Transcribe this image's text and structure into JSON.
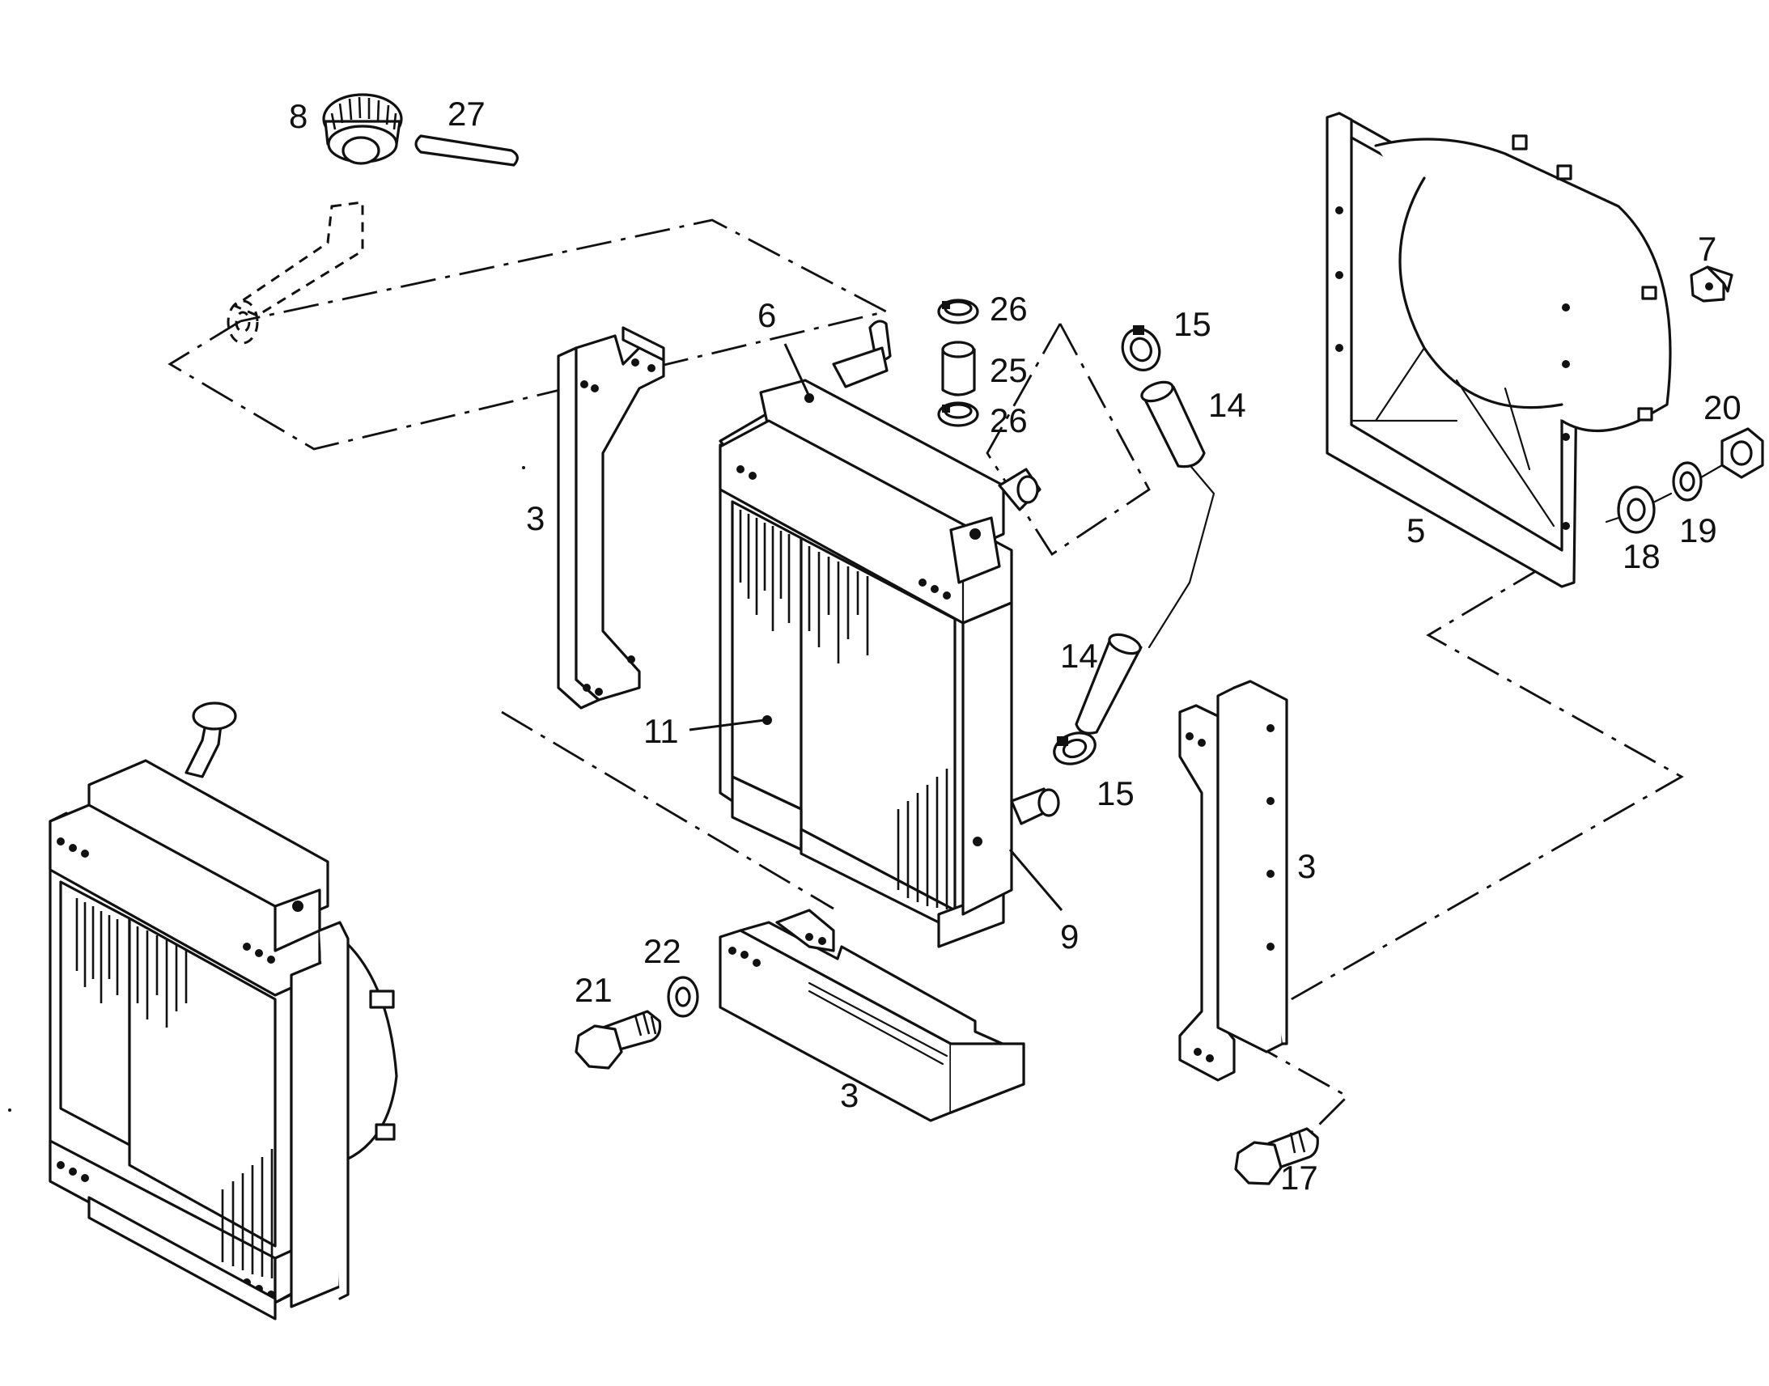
{
  "diagram": {
    "labels": {
      "p8": "8",
      "p27": "27",
      "p26a": "26",
      "p25": "25",
      "p26b": "26",
      "p6": "6",
      "p15a": "15",
      "p14a": "14",
      "p7": "7",
      "p20": "20",
      "p3a": "3",
      "p5": "5",
      "p18": "18",
      "p19": "19",
      "p14b": "14",
      "p11": "11",
      "p15b": "15",
      "p3b": "3",
      "p9": "9",
      "p22": "22",
      "p21": "21",
      "p3c": "3",
      "p17": "17"
    }
  }
}
